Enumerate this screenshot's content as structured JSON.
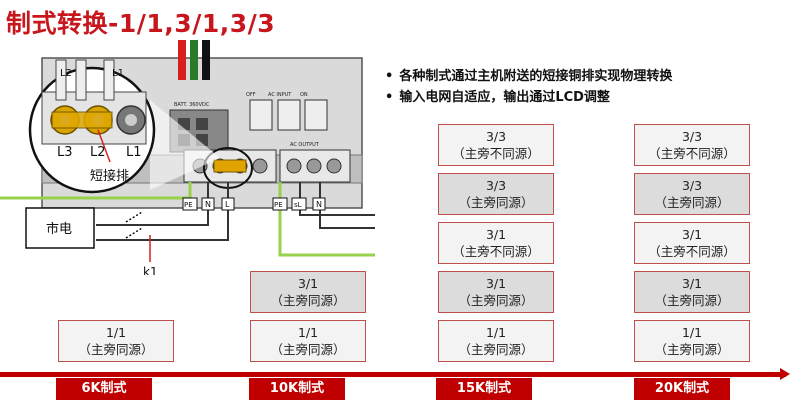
{
  "title": "制式转换-1/1,3/1,3/3",
  "bullets": [
    "各种制式通过主机附送的短接铜排实现物理转换",
    "输入电网自适应，输出通过LCD调整"
  ],
  "diagram": {
    "zoom_labels": [
      "L3",
      "L2",
      "L1"
    ],
    "zoom_top_labels": [
      "L2",
      "L1"
    ],
    "short_bar_label": "短接排",
    "grid_label": "市电",
    "switch_label": "k1",
    "panel_labels": [
      "BATT. 360VDC",
      "OFF",
      "AC INPUT",
      "ON",
      "AC OUTPUT"
    ],
    "term_in": [
      "PE",
      "N",
      "L"
    ],
    "term_out": [
      "PE",
      "sL",
      "N"
    ]
  },
  "columns": [
    {
      "label": "6K制式",
      "boxes": [
        {
          "l1": "1/1",
          "l2": "（主旁同源）"
        }
      ]
    },
    {
      "label": "10K制式",
      "boxes": [
        {
          "l1": "1/1",
          "l2": "（主旁同源）"
        },
        {
          "l1": "3/1",
          "l2": "（主旁同源）"
        }
      ]
    },
    {
      "label": "15K制式",
      "boxes": [
        {
          "l1": "1/1",
          "l2": "（主旁同源）"
        },
        {
          "l1": "3/1",
          "l2": "（主旁同源）"
        },
        {
          "l1": "3/1",
          "l2": "（主旁不同源）"
        },
        {
          "l1": "3/3",
          "l2": "（主旁同源）"
        },
        {
          "l1": "3/3",
          "l2": "（主旁不同源）"
        }
      ]
    },
    {
      "label": "20K制式",
      "boxes": [
        {
          "l1": "1/1",
          "l2": "（主旁同源）"
        },
        {
          "l1": "3/1",
          "l2": "（主旁同源）"
        },
        {
          "l1": "3/1",
          "l2": "（主旁不同源）"
        },
        {
          "l1": "3/3",
          "l2": "（主旁同源）"
        },
        {
          "l1": "3/3",
          "l2": "（主旁不同源）"
        }
      ]
    }
  ]
}
